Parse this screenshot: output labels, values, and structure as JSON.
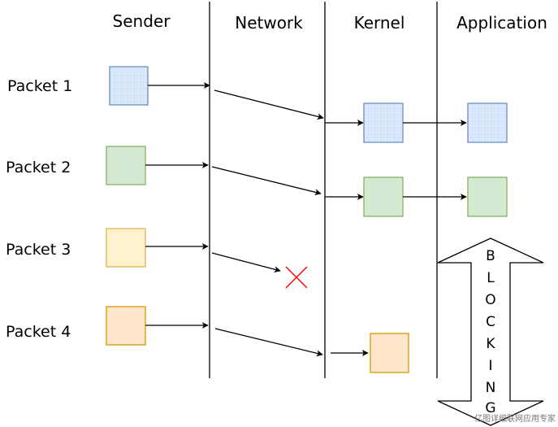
{
  "columns": {
    "sender": "Sender",
    "network": "Network",
    "kernel": "Kernel",
    "application": "Application"
  },
  "packets": [
    {
      "label": "Packet 1",
      "fill": "#dae8fc",
      "stroke": "#6c8ebf"
    },
    {
      "label": "Packet 2",
      "fill": "#d5e8d4",
      "stroke": "#82b366"
    },
    {
      "label": "Packet 3",
      "fill": "#fff2cc",
      "stroke": "#d6b656"
    },
    {
      "label": "Packet 4",
      "fill": "#ffe6cc",
      "stroke": "#d79b00"
    }
  ],
  "blocking_letters": [
    "B",
    "L",
    "O",
    "C",
    "K",
    "I",
    "N",
    "G"
  ],
  "loss_marker_color": "#ff0000",
  "watermark": "亿图详细联网应用专家"
}
